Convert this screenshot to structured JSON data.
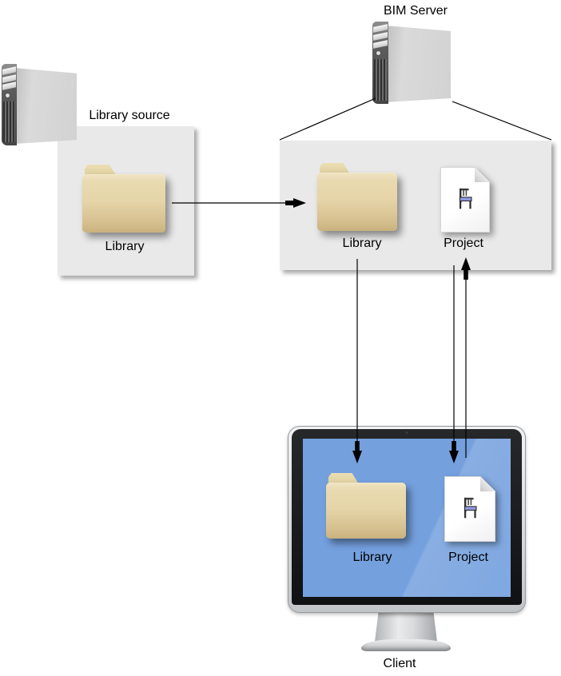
{
  "bim_server": {
    "label": "BIM Server"
  },
  "library_source": {
    "title": "Library source",
    "folder_label": "Library"
  },
  "server_box": {
    "folder_label": "Library",
    "document_label": "Project"
  },
  "client": {
    "title": "Client",
    "folder_label": "Library",
    "document_label": "Project"
  },
  "icons": {
    "server": "server-tower-icon",
    "folder": "folder-icon",
    "document": "project-document-chair-icon",
    "monitor": "imac-monitor-icon"
  },
  "colors": {
    "box_background": "#e9e9e9",
    "folder_tan": "#e5d5a8",
    "screen_blue": "#74a0de",
    "connector": "#000000"
  },
  "edges": [
    {
      "from": "library-source/library",
      "to": "bim-server/library",
      "style": "arrow-right"
    },
    {
      "from": "bim-server-tower",
      "to": "bim-server-box",
      "style": "plain-lines"
    },
    {
      "from": "bim-server/library",
      "to": "client/library",
      "style": "arrow-down"
    },
    {
      "from": "bim-server/project",
      "to": "client/project",
      "style": "arrow-down"
    },
    {
      "from": "client/project",
      "to": "bim-server/project",
      "style": "arrow-up"
    }
  ]
}
